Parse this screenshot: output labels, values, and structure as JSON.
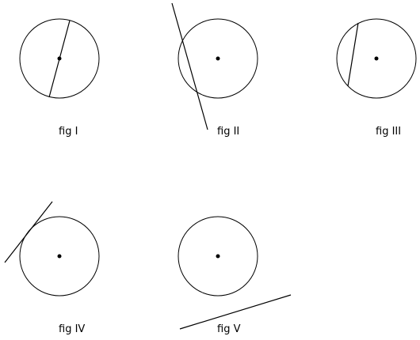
{
  "colors": {
    "background": "#ffffff",
    "stroke": "#000000"
  },
  "figures": [
    {
      "caption": "fig I",
      "kind": "diameter through center"
    },
    {
      "caption": "fig II",
      "kind": "secant line"
    },
    {
      "caption": "fig III",
      "kind": "chord"
    },
    {
      "caption": "fig IV",
      "kind": "tangent line"
    },
    {
      "caption": "fig V",
      "kind": "line not touching circle"
    }
  ]
}
